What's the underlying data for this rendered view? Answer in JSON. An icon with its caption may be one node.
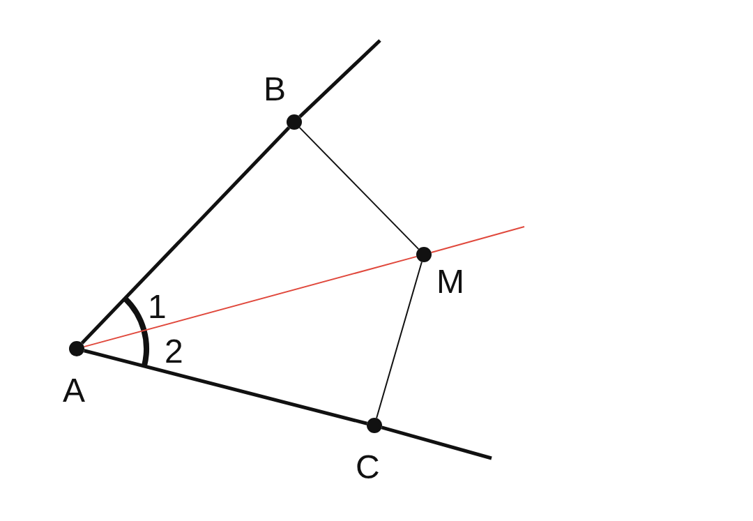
{
  "diagram": {
    "nodes": [
      {
        "text": [],
        "shape": "circle",
        "beside": [
          "A"
        ]
      },
      {
        "text": [],
        "shape": "circle",
        "beside": [
          "B"
        ]
      },
      {
        "text": [],
        "shape": "circle",
        "beside": [
          "M"
        ]
      },
      {
        "text": [],
        "shape": "circle",
        "beside": [
          "C"
        ]
      }
    ],
    "edges": [
      {
        "from": 0,
        "to": 1,
        "arrow": "none",
        "style": "thick"
      },
      {
        "from": 0,
        "to": 3,
        "arrow": "none",
        "style": "thick"
      },
      {
        "from": 1,
        "to": 2,
        "arrow": "none"
      },
      {
        "from": 2,
        "to": 3,
        "arrow": "none"
      },
      {
        "from": 0,
        "to": 2,
        "arrow": "none",
        "color": "#e0483c"
      }
    ],
    "labels": [
      "1",
      "2"
    ]
  }
}
